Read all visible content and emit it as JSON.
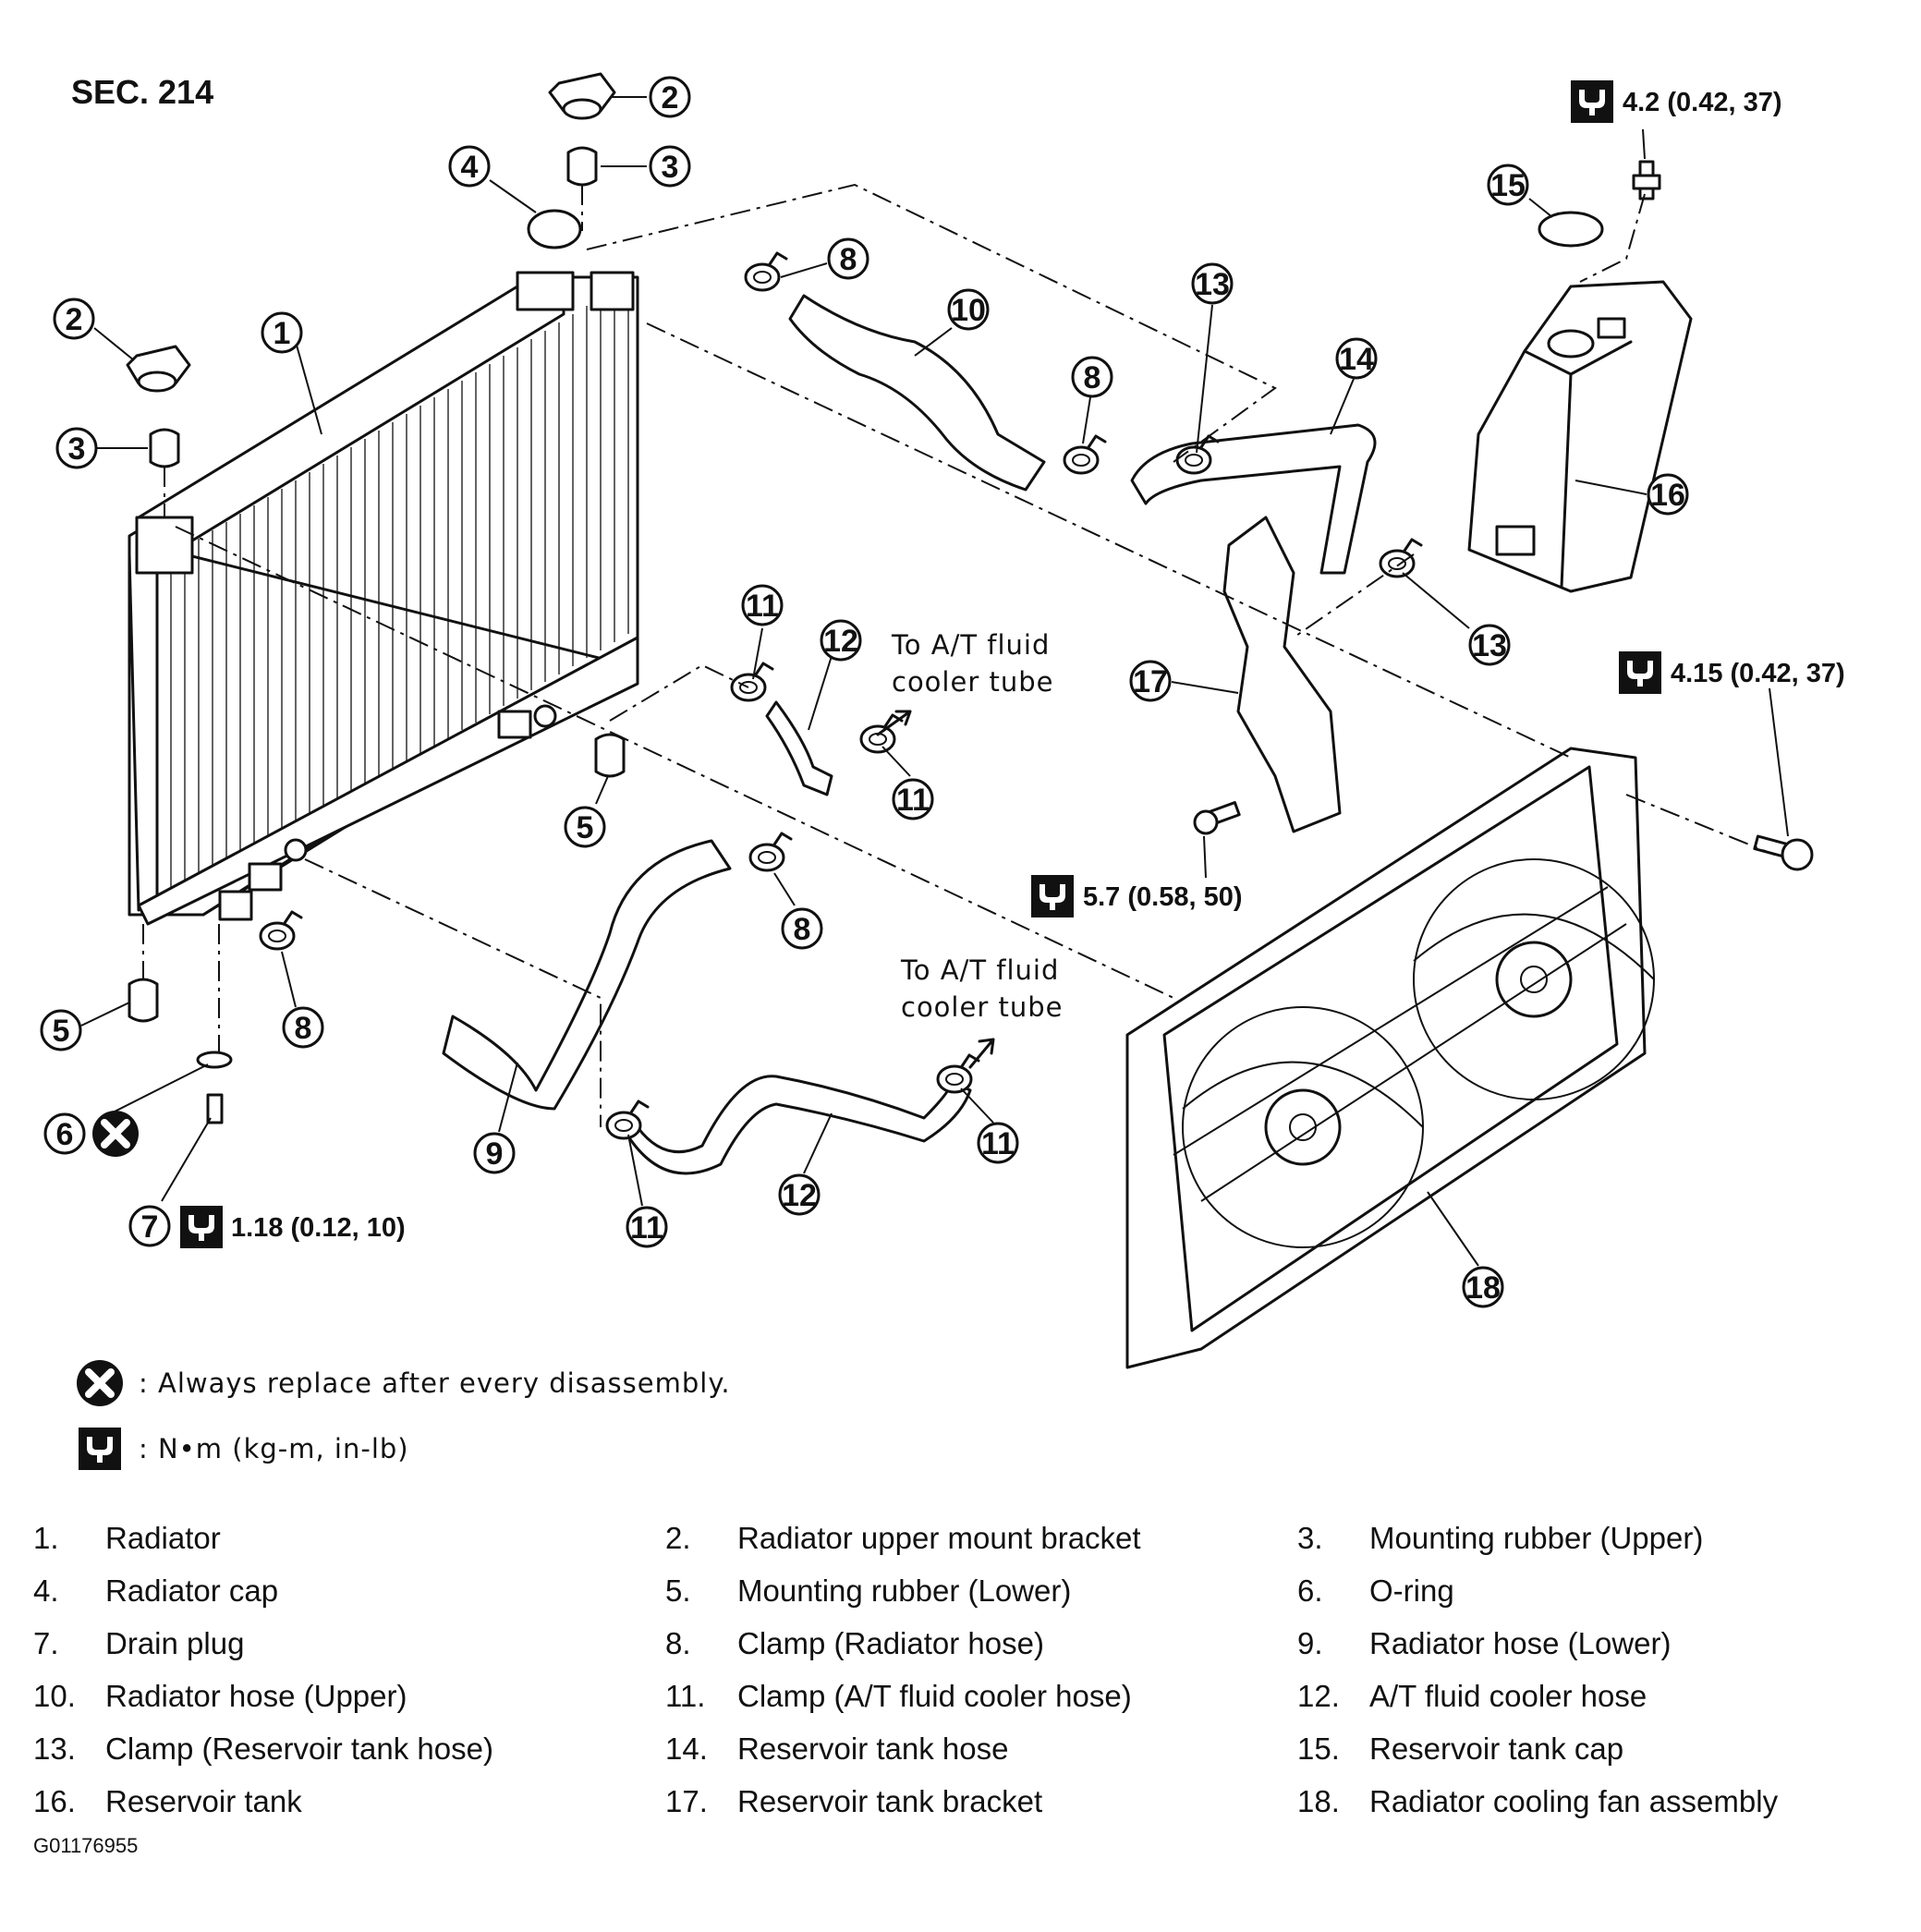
{
  "section": "SEC. 214",
  "callouts": [
    "1",
    "2",
    "3",
    "4",
    "5",
    "6",
    "7",
    "8",
    "9",
    "10",
    "11",
    "12",
    "13",
    "14",
    "15",
    "16",
    "17",
    "18"
  ],
  "torque_specs": {
    "reservoir_bolt": "4.2 (0.42, 37)",
    "fan_bolt": "4.15 (0.42, 37)",
    "bracket_bolt": "5.7 (0.58, 50)",
    "drain_plug": "1.18 (0.12, 10)"
  },
  "notes": {
    "at_cooler_1": [
      "To A/T fluid",
      "cooler tube"
    ],
    "at_cooler_2": [
      "To A/T fluid",
      "cooler tube"
    ]
  },
  "symbols_key": {
    "replace": ": Always replace after every disassembly.",
    "torque": ": N•m (kg-m, in-lb)"
  },
  "legend": [
    {
      "num": "1.",
      "label": "Radiator"
    },
    {
      "num": "2.",
      "label": "Radiator upper mount bracket"
    },
    {
      "num": "3.",
      "label": "Mounting rubber (Upper)"
    },
    {
      "num": "4.",
      "label": "Radiator cap"
    },
    {
      "num": "5.",
      "label": "Mounting rubber (Lower)"
    },
    {
      "num": "6.",
      "label": "O-ring"
    },
    {
      "num": "7.",
      "label": "Drain plug"
    },
    {
      "num": "8.",
      "label": "Clamp (Radiator hose)"
    },
    {
      "num": "9.",
      "label": "Radiator hose (Lower)"
    },
    {
      "num": "10.",
      "label": "Radiator hose (Upper)"
    },
    {
      "num": "11.",
      "label": "Clamp (A/T fluid cooler hose)"
    },
    {
      "num": "12.",
      "label": "A/T fluid cooler hose"
    },
    {
      "num": "13.",
      "label": "Clamp (Reservoir tank hose)"
    },
    {
      "num": "14.",
      "label": "Reservoir tank hose"
    },
    {
      "num": "15.",
      "label": "Reservoir tank cap"
    },
    {
      "num": "16.",
      "label": "Reservoir tank"
    },
    {
      "num": "17.",
      "label": "Reservoir tank bracket"
    },
    {
      "num": "18.",
      "label": "Radiator cooling fan assembly"
    }
  ],
  "figure_code": "G01176955"
}
